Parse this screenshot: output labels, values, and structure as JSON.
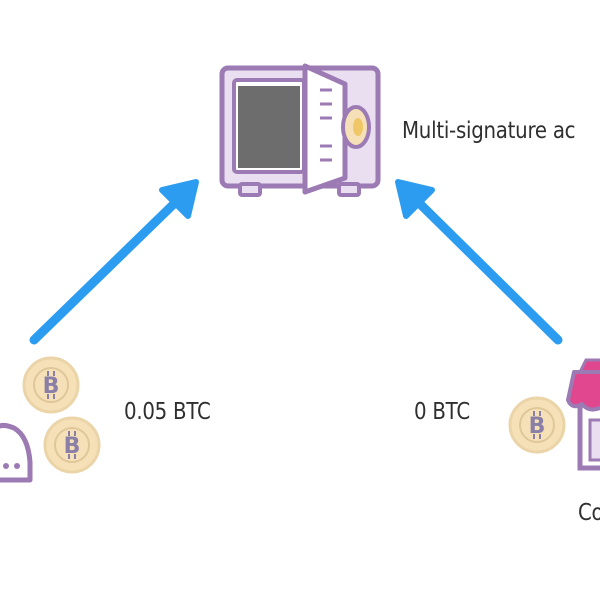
{
  "vault": {
    "label": "Multi-signature ac",
    "icon": "safe-vault-icon"
  },
  "left_party": {
    "amount": "0.05 BTC",
    "coin_icon": "bitcoin-coin-icon",
    "avatar_icon": "user-avatar-icon"
  },
  "right_party": {
    "amount": "0 BTC",
    "name": "Co",
    "coin_icon": "bitcoin-coin-icon",
    "shop_icon": "shop-icon"
  },
  "colors": {
    "arrow": "#2b9cf0",
    "icon_stroke": "#9c7ab3",
    "vault_fill": "#eadff0",
    "vault_window": "#6d6d6d",
    "coin_fill": "#f6e0b7",
    "coin_rim": "#ead4a8",
    "coin_symbol": "#8a7fa6",
    "shop_awning": "#e0478f"
  }
}
